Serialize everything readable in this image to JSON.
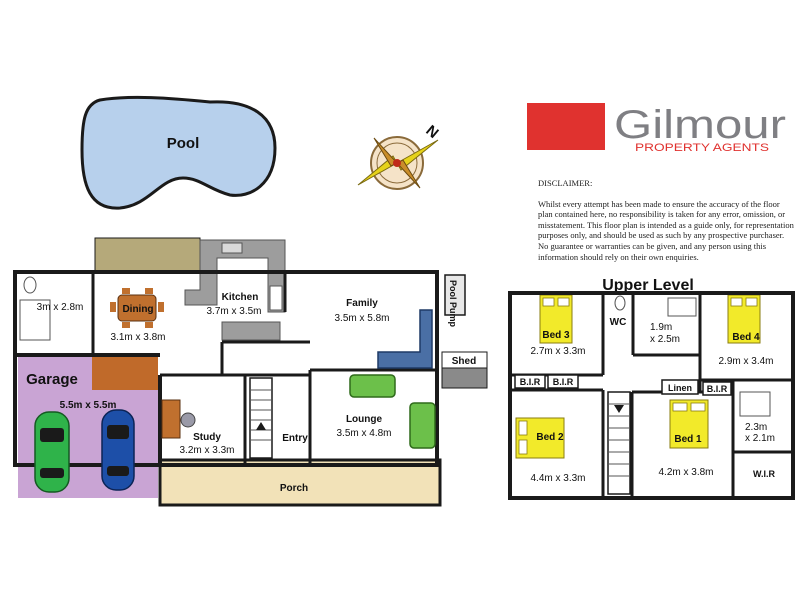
{
  "brand": {
    "name": "Gilmour",
    "tagline": "PROPERTY AGENTS",
    "colors": {
      "red": "#e0322f",
      "grey": "#7f7f83",
      "tagline": "#e0322f"
    }
  },
  "disclaimer": {
    "title": "DISCLAIMER:",
    "text": "Whilst every attempt has been made to ensure the accuracy of the floor plan contained here, no responsibility is taken for any error, omission, or misstatement. This floor plan is intended as a guide only, for representation purposes only, and should be used as such by any prospective purchaser. No guarantee or warranties can be given, and any person using this information should rely on their own enquiries."
  },
  "compass": {
    "north_label": "N"
  },
  "ground": {
    "pool": "Pool",
    "pool_pump": "Pool Pump",
    "shed": "Shed",
    "bath": {
      "size": "3m x 2.8m"
    },
    "dining": {
      "name": "Dining",
      "size": "3.1m x 3.8m"
    },
    "kitchen": {
      "name": "Kitchen",
      "size": "3.7m x 3.5m"
    },
    "family": {
      "name": "Family",
      "size": "3.5m x 5.8m"
    },
    "garage": {
      "name": "Garage",
      "size": "5.5m x 5.5m"
    },
    "study": {
      "name": "Study",
      "size": "3.2m x 3.3m"
    },
    "entry": {
      "name": "Entry"
    },
    "lounge": {
      "name": "Lounge",
      "size": "3.5m x 4.8m"
    },
    "porch": {
      "name": "Porch"
    }
  },
  "upper": {
    "title": "Upper Level",
    "bed3": {
      "name": "Bed 3",
      "size": "2.7m x 3.3m"
    },
    "wc": {
      "name": "WC"
    },
    "bath": {
      "size_line1": "1.9m",
      "size_line2": "x 2.5m"
    },
    "bed4": {
      "name": "Bed 4",
      "size": "2.9m x 3.4m"
    },
    "bir1": "B.I.R",
    "bir2": "B.I.R",
    "bir3": "B.I.R",
    "linen": "Linen",
    "bed2": {
      "name": "Bed 2",
      "size": "4.4m x 3.3m"
    },
    "bed1": {
      "name": "Bed 1",
      "size": "4.2m x 3.8m"
    },
    "ensuite": {
      "size_line1": "2.3m",
      "size_line2": "x 2.1m"
    },
    "wir": "W.I.R"
  }
}
